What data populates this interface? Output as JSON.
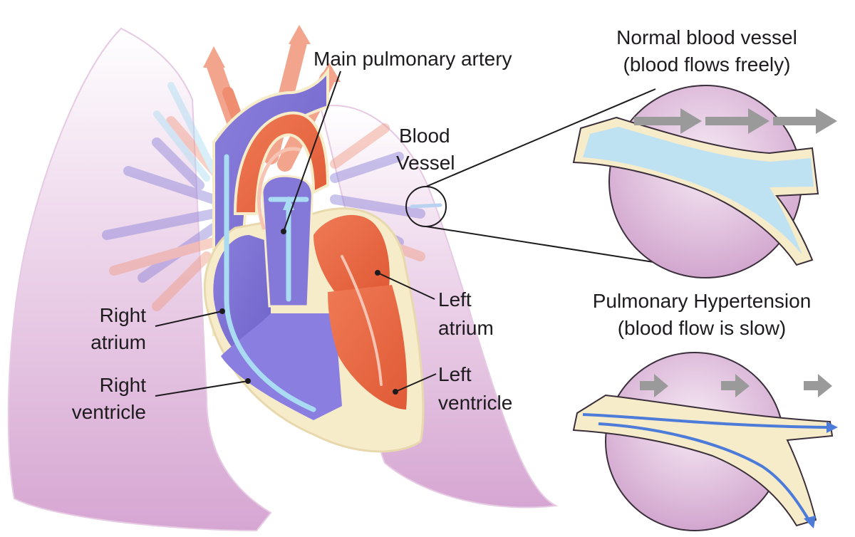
{
  "labels": {
    "main_pulmonary_artery": "Main pulmonary artery",
    "blood_vessel_line1": "Blood",
    "blood_vessel_line2": "Vessel",
    "right_atrium_line1": "Right",
    "right_atrium_line2": "atrium",
    "right_ventricle_line1": "Right",
    "right_ventricle_line2": "ventricle",
    "left_atrium_line1": "Left",
    "left_atrium_line2": "atrium",
    "left_ventricle_line1": "Left",
    "left_ventricle_line2": "ventricle",
    "normal_line1": "Normal blood vessel",
    "normal_line2": "(blood flows freely)",
    "ph_line1": "Pulmonary Hypertension",
    "ph_line2": "(blood flow is slow)"
  },
  "colors": {
    "lung_pink": "#d9aed6",
    "deoxygenated_blue": "#7b6fd0",
    "oxygenated_red": "#e8623f",
    "flow_light_blue": "#a9dcf2",
    "vessel_wall_cream": "#f7ecc9",
    "arrow_grey": "#9a9a9a"
  }
}
